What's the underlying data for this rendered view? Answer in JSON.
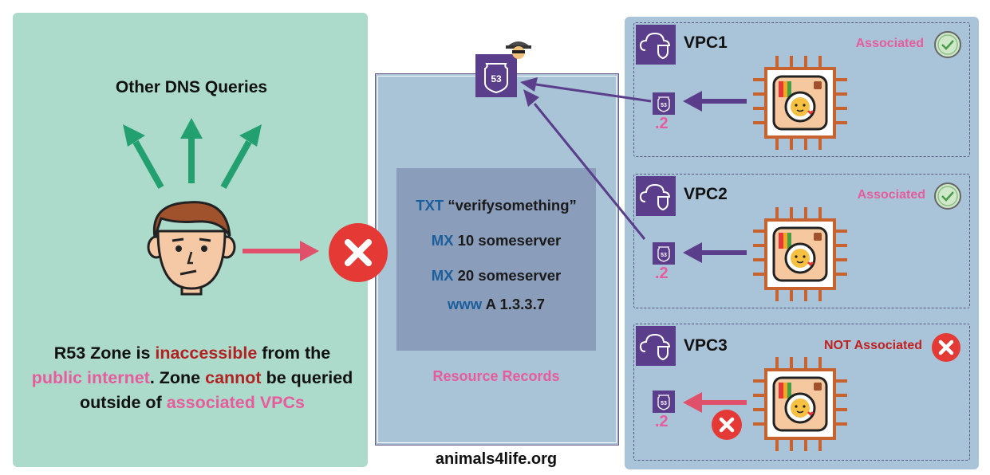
{
  "left": {
    "heading": "Other DNS Queries",
    "statement": {
      "p1": "R53 Zone is ",
      "inaccessible": "inaccessible",
      "p2": " from the ",
      "public_internet": "public internet",
      "p3": ". Zone ",
      "cannot": "cannot",
      "p4": " be queried outside of ",
      "associated_vpcs": "associated VPCs"
    }
  },
  "zone": {
    "records": [
      {
        "type": "TXT",
        "value": "“verifysomething”"
      },
      {
        "type": "MX",
        "value": "10 someserver"
      },
      {
        "type": "MX",
        "value": "20 someserver"
      },
      {
        "type": "www",
        "value": "A 1.3.3.7"
      }
    ],
    "records_label": "Resource Records",
    "domain": "animals4life.org",
    "route53_badge": "53"
  },
  "vpcs": [
    {
      "name": "VPC1",
      "status": "Associated",
      "resolver_ip": ".2",
      "resolver_badge": "53"
    },
    {
      "name": "VPC2",
      "status": "Associated",
      "resolver_ip": ".2",
      "resolver_badge": "53"
    },
    {
      "name": "VPC3",
      "status": "NOT Associated",
      "resolver_ip": ".2",
      "resolver_badge": "53"
    }
  ],
  "colors": {
    "green_panel": "#acdbcc",
    "blue_panel": "#a9c4d8",
    "records_box": "#8a9dba",
    "aws_purple": "#5a3e8b",
    "pink": "#e65c9c",
    "dark_red": "#b22222",
    "record_type_blue": "#1b5e9c",
    "arrow_green": "#22a070",
    "arrow_red": "#e0506a",
    "instance_orange": "#c8622f"
  }
}
